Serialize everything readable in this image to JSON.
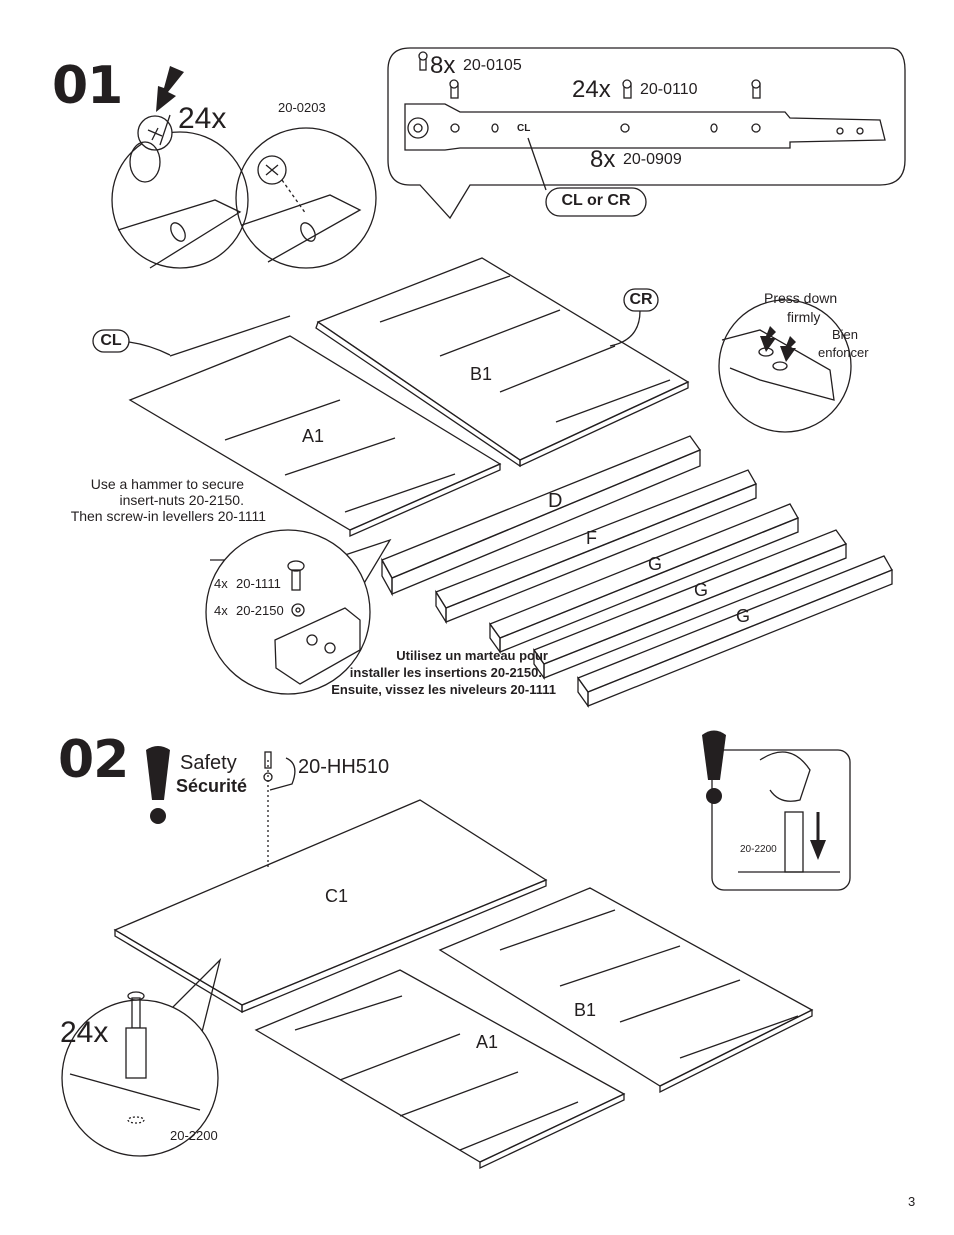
{
  "page_number": "3",
  "step1": {
    "number": "01",
    "insert_nut_qty": "24x",
    "insert_nut_code": "20-0203",
    "callout_screws": {
      "qty_a": "8x",
      "code_a": "20-0105",
      "qty_b": "24x",
      "code_b": "20-0110",
      "qty_c": "8x",
      "code_c": "20-0909",
      "rail_label": "CL",
      "side_label": "CL or CR"
    },
    "cl_label": "CL",
    "cr_label": "CR",
    "panel_b1": "B1",
    "panel_a1": "A1",
    "rail_d": "D",
    "rail_f": "F",
    "rail_g1": "G",
    "rail_g2": "G",
    "rail_g3": "G",
    "press_down_en_1": "Press down",
    "press_down_en_2": "firmly",
    "press_down_fr_1": "Bien",
    "press_down_fr_2": "enfoncer",
    "hammer_en_1": "Use a hammer to secure",
    "hammer_en_2": "insert-nuts 20-2150.",
    "hammer_en_3": "Then screw-in levellers 20-1111",
    "leveller_qty": "4x",
    "leveller_code": "20-1111",
    "insert_qty": "4x",
    "insert_code": "20-2150",
    "hammer_fr_1": "Utilisez un marteau pour",
    "hammer_fr_2": "installer les insertions 20-2150.",
    "hammer_fr_3": "Ensuite, vissez les niveleurs 20-1111"
  },
  "step2": {
    "number": "02",
    "safety_en": "Safety",
    "safety_fr": "Sécurité",
    "safety_code": "20-HH510",
    "dowel_code_callout": "20-2200",
    "dowel_qty": "24x",
    "dowel_code": "20-2200",
    "panel_c1": "C1",
    "panel_b1": "B1",
    "panel_a1": "A1"
  }
}
